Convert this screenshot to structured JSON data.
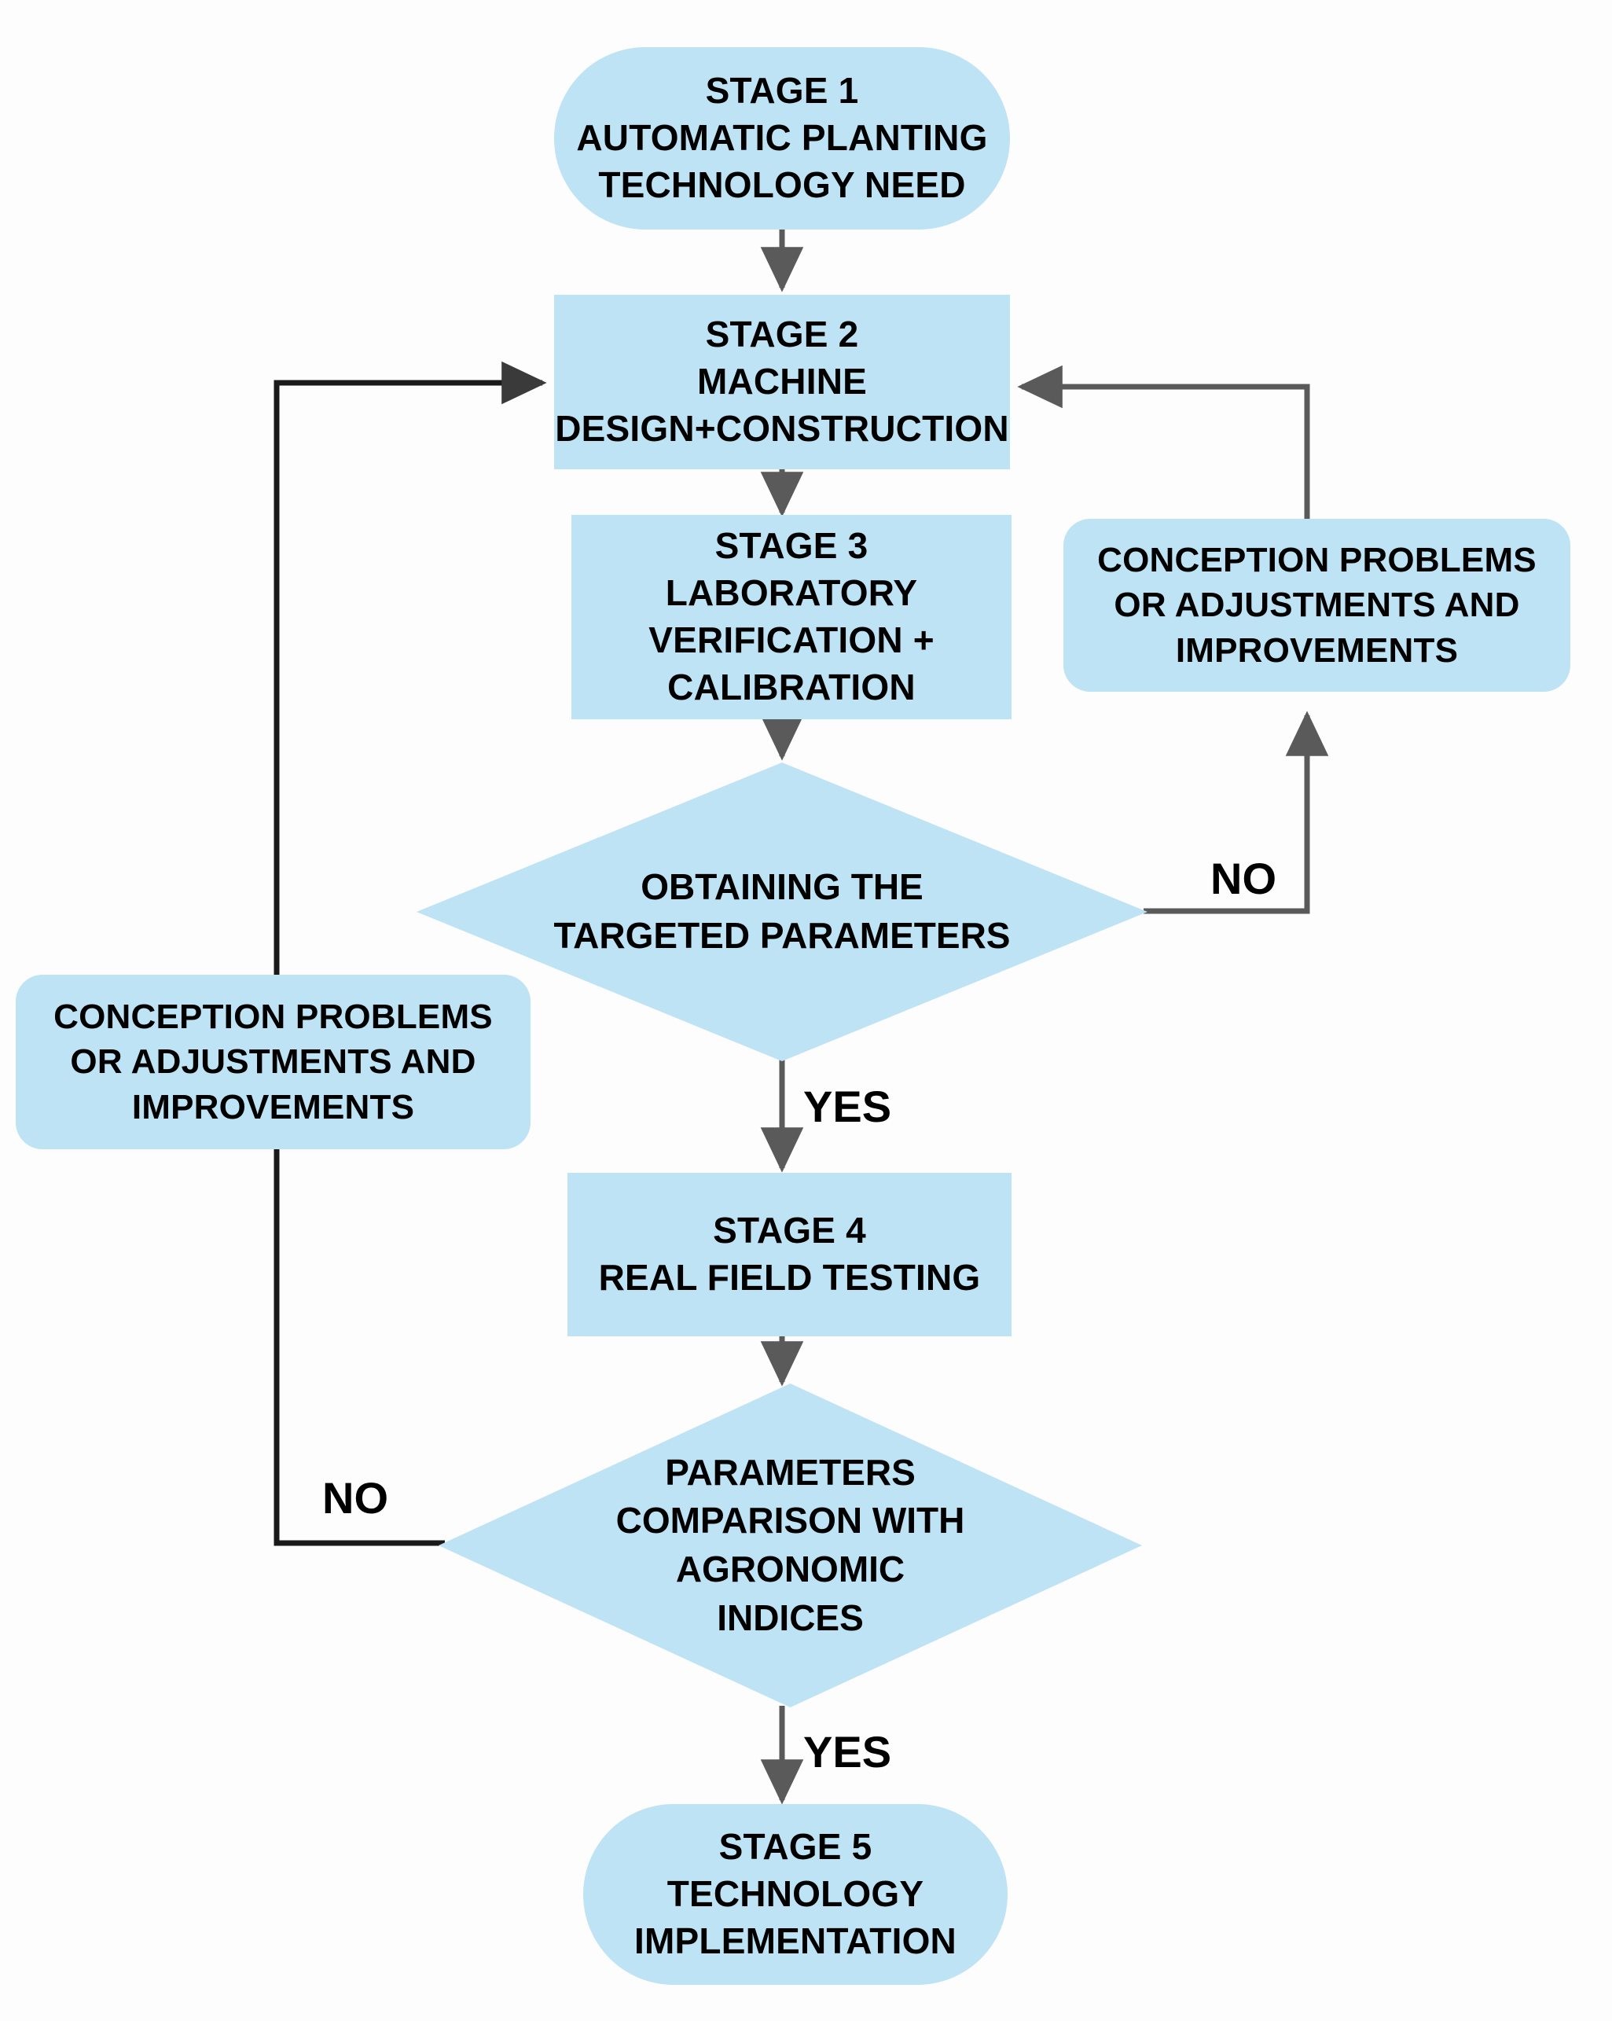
{
  "diagram": {
    "title": "Automatic planting technology development flowchart",
    "colors": {
      "node_fill": "#bde3f5",
      "edge_dark": "#5a5a5a",
      "edge_black": "#1a1a1a",
      "text": "#000000",
      "background": "#fdfdfd"
    },
    "nodes": [
      {
        "id": "stage1",
        "shape": "terminator",
        "text": "STAGE 1\nAUTOMATIC PLANTING\nTECHNOLOGY NEED"
      },
      {
        "id": "stage2",
        "shape": "process",
        "text": "STAGE 2\nMACHINE\nDESIGN+CONSTRUCTION"
      },
      {
        "id": "stage3",
        "shape": "process",
        "text": "STAGE 3\nLABORATORY\nVERIFICATION +\nCALIBRATION"
      },
      {
        "id": "decision1",
        "shape": "decision",
        "text": "OBTAINING THE\nTARGETED PARAMETERS"
      },
      {
        "id": "note-right",
        "shape": "note",
        "text": "CONCEPTION PROBLEMS\nOR ADJUSTMENTS AND\nIMPROVEMENTS"
      },
      {
        "id": "note-left",
        "shape": "note",
        "text": "CONCEPTION PROBLEMS\nOR ADJUSTMENTS AND\nIMPROVEMENTS"
      },
      {
        "id": "stage4",
        "shape": "process",
        "text": "STAGE 4\nREAL FIELD TESTING"
      },
      {
        "id": "decision2",
        "shape": "decision",
        "text": "PARAMETERS\nCOMPARISON WITH\nAGRONOMIC\nINDICES"
      },
      {
        "id": "stage5",
        "shape": "terminator",
        "text": "STAGE 5\nTECHNOLOGY\nIMPLEMENTATION"
      }
    ],
    "branch_labels": {
      "decision1_no": "NO",
      "decision1_yes": "YES",
      "decision2_no": "NO",
      "decision2_yes": "YES"
    }
  }
}
